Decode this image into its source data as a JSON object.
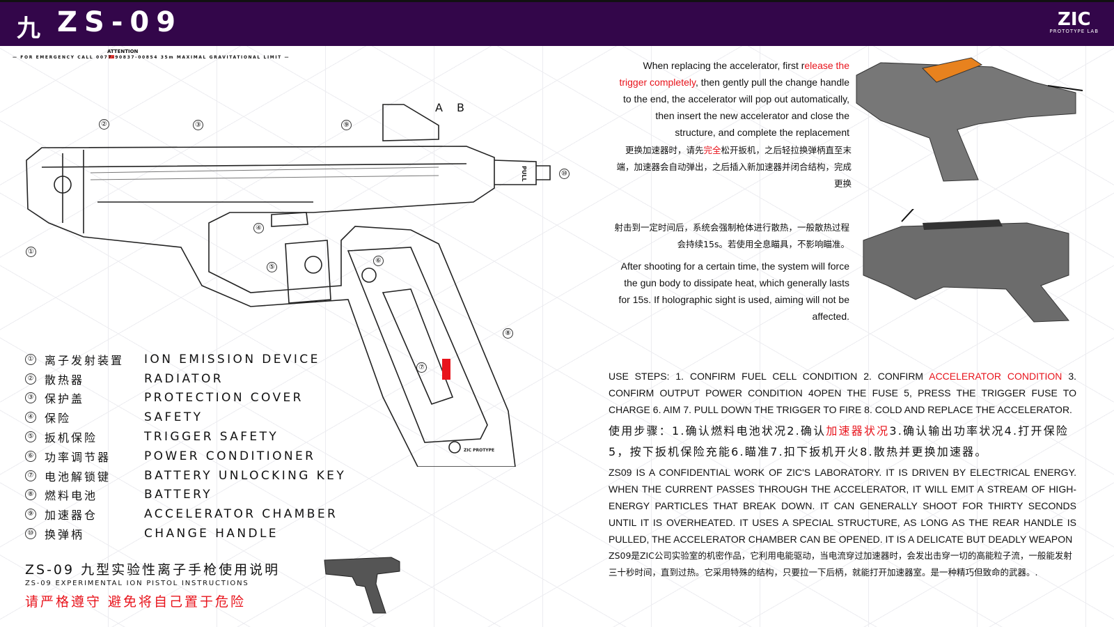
{
  "header": {
    "title_glyph": "九",
    "title": "ZS-09",
    "logo": "ZIC",
    "logo_sub": "PROTOTYPE LAB"
  },
  "attention": {
    "label": "ATTENTION",
    "line": "— FOR EMERGENCY CALL 0077-90837-00854 35m MAXIMAL GRAVITATIONAL LIMIT —"
  },
  "diagram": {
    "markers": [
      "A",
      "B"
    ],
    "callouts": [
      "①",
      "②",
      "③",
      "④",
      "⑤",
      "⑥",
      "⑦",
      "⑧",
      "⑨",
      "⑩"
    ],
    "pull_label": "PULL",
    "brand_mark": "ZIC PROTYPE"
  },
  "legend": [
    {
      "num": "①",
      "cn": "离子发射装置",
      "en": "ION EMISSION DEVICE"
    },
    {
      "num": "②",
      "cn": "散热器",
      "en": "RADIATOR"
    },
    {
      "num": "③",
      "cn": "保护盖",
      "en": "PROTECTION COVER"
    },
    {
      "num": "④",
      "cn": "保险",
      "en": "SAFETY"
    },
    {
      "num": "⑤",
      "cn": "扳机保险",
      "en": "TRIGGER SAFETY"
    },
    {
      "num": "⑥",
      "cn": "功率调节器",
      "en": "POWER CONDITIONER"
    },
    {
      "num": "⑦",
      "cn": "电池解锁键",
      "en": "BATTERY UNLOCKING KEY"
    },
    {
      "num": "⑧",
      "cn": "燃料电池",
      "en": "BATTERY"
    },
    {
      "num": "⑨",
      "cn": "加速器仓",
      "en": "ACCELERATOR CHAMBER"
    },
    {
      "num": "⑩",
      "cn": "换弹柄",
      "en": "CHANGE HANDLE"
    }
  ],
  "bottom": {
    "title_cn": "ZS-09  九型实验性离子手枪使用说明",
    "title_en": "ZS-09 EXPERIMENTAL ION PISTOL INSTRUCTIONS",
    "warning": "请严格遵守  避免将自己置于危险"
  },
  "replace_en": {
    "a": "When replacing the accelerator, first r",
    "b": "elease the trigger completely",
    "c": ", then gently pull the change handle to the end, the accelerator will pop out automatically, then insert the new accelerator and close the structure, and complete the replacement"
  },
  "replace_cn": {
    "a": "更换加速器时，请先",
    "b": "完全",
    "c": "松开扳机，之后轻拉换弹柄直至末端，加速器会自动弹出，之后插入新加速器并闭合结构，完成更换"
  },
  "heat_cn": "射击到一定时间后，系统会强制枪体进行散热，一般散热过程会持续15s。若使用全息瞄具，不影响瞄准。",
  "heat_en": "After shooting for a certain time, the system will force the gun body to dissipate heat, which generally lasts for 15s. If holographic sight is used, aiming will not be affected.",
  "steps_en": {
    "a": "USE STEPS: 1. CONFIRM FUEL CELL CONDITION 2. CONFIRM ",
    "b": "ACCELERATOR CONDITION",
    "c": " 3. CONFIRM OUTPUT POWER CONDITION 4OPEN THE FUSE 5, PRESS THE TRIGGER FUSE TO CHARGE 6. AIM 7. PULL DOWN THE TRIGGER TO FIRE 8. COLD AND REPLACE THE ACCELERATOR."
  },
  "steps_cn": {
    "a": "使用步骤：1.确认燃料电池状况2.确认",
    "b": "加速器状况",
    "c": "3.确认输出功率状况4.打开保险5，按下扳机保险充能6.瞄准7.扣下扳机开火8.散热并更换加速器。"
  },
  "desc_en": "ZS09 IS A CONFIDENTIAL WORK OF ZIC'S LABORATORY. IT IS DRIVEN BY ELECTRICAL ENERGY. WHEN THE CURRENT PASSES THROUGH THE ACCELERATOR, IT WILL EMIT A STREAM OF HIGH-ENERGY PARTICLES THAT BREAK DOWN. IT CAN GENERALLY SHOOT FOR THIRTY SECONDS UNTIL IT IS OVERHEATED. IT USES A SPECIAL STRUCTURE, AS LONG AS THE REAR HANDLE IS PULLED, THE ACCELERATOR CHAMBER CAN BE OPENED. IT IS A DELICATE BUT DEADLY WEAPON",
  "desc_cn": "ZS09是ZIC公司实验室的机密作品，它利用电能驱动，当电流穿过加速器时，会发出击穿一切的高能粒子流，一般能发射三十秒时间，直到过热。它采用特殊的结构，只要拉一下后柄，就能打开加速器室。是一种精巧但致命的武器。.",
  "colors": {
    "header": "#33064a",
    "accent_red": "#e8141c"
  }
}
